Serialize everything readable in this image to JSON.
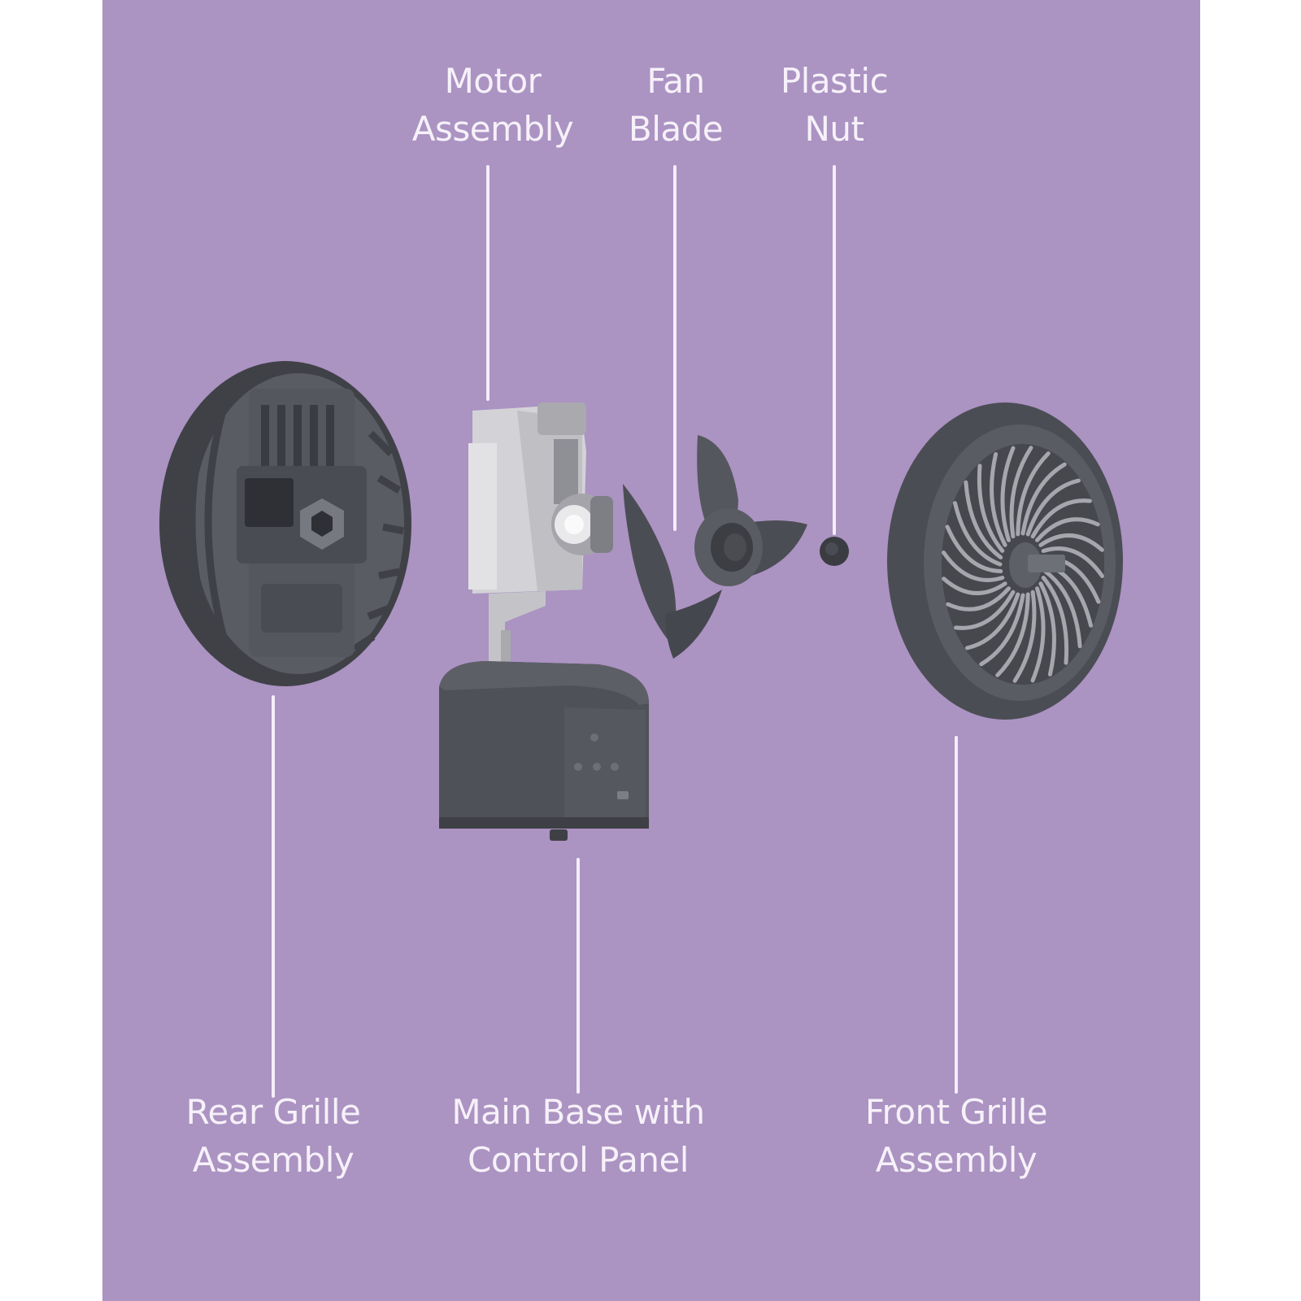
{
  "labels": {
    "motor": {
      "line1": "Motor",
      "line2": "Assembly"
    },
    "fan_blade": {
      "line1": "Fan",
      "line2": "Blade"
    },
    "plastic_nut": {
      "line1": "Plastic",
      "line2": "Nut"
    },
    "rear_grille": {
      "line1": "Rear Grille",
      "line2": "Assembly"
    },
    "main_base": {
      "line1": "Main Base with",
      "line2": "Control Panel"
    },
    "front_grille": {
      "line1": "Front Grille",
      "line2": "Assembly"
    }
  },
  "colors": {
    "background": "#ab93c2",
    "label_text": "#f6f1f9",
    "part_dark": "#4b4d54",
    "part_metal": "#cfcfd3"
  }
}
